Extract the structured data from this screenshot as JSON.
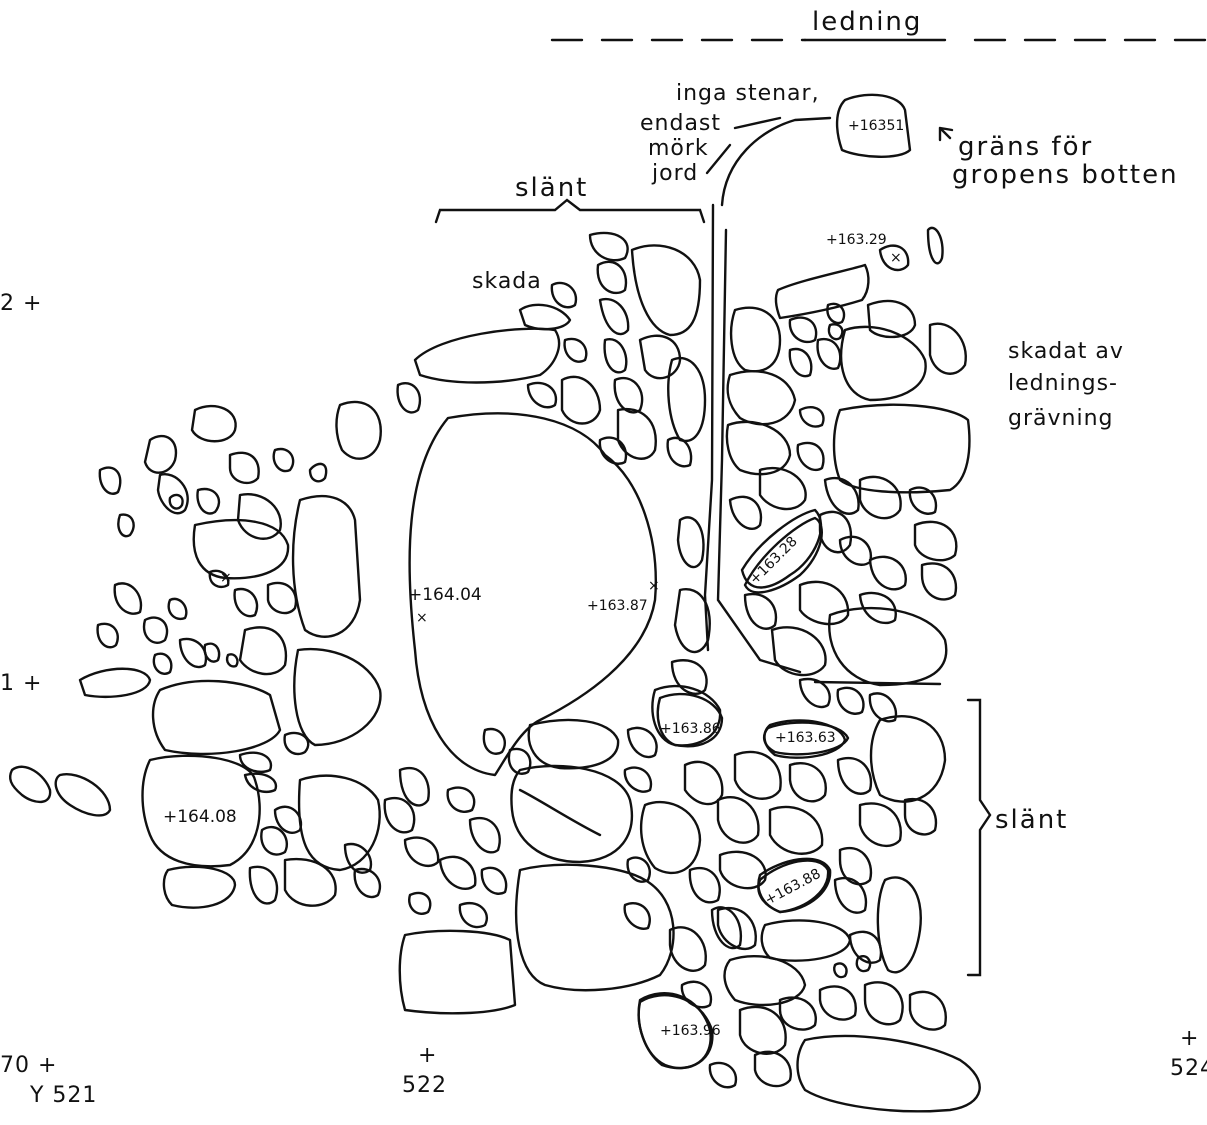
{
  "labels": {
    "ledning": "ledning",
    "inga_stenar": "inga stenar,",
    "endast": "endast",
    "mork": "mörk",
    "jord": "jord",
    "grans_for": "gräns för",
    "gropens_botten": "gropens botten",
    "slant_top": "slänt",
    "skada": "skada",
    "skadat_av": "skadat av",
    "lednings": "lednings-",
    "gravning": "grävning",
    "slant_right": "slänt"
  },
  "elevations": {
    "e16351": "+16351",
    "e16329": "+163.29",
    "e16328": "+163.28",
    "e16404": "+164.04",
    "e16387": "+163.87",
    "e16386": "+163.86",
    "e16363": "+163.63",
    "e16408": "+164.08",
    "e16388": "+163.88",
    "e16396": "+163.96"
  },
  "grid": {
    "x_left_top": "2 +",
    "x_left_mid": "1 +",
    "x_left_bottom": "70 +",
    "y521": "Y 521",
    "y522": "522",
    "y524": "524",
    "mark": "+"
  }
}
